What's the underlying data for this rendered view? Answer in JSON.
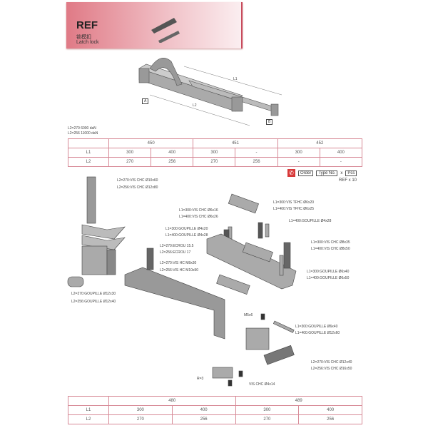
{
  "header": {
    "ref": "REF",
    "title_cn": "锁模扣",
    "title_en": "Latch lock"
  },
  "overview": {
    "l1": "L1",
    "l2": "L2",
    "a": "A",
    "b": "B"
  },
  "loads": [
    "L2=270   6000 daN",
    "L2=256  11000 daN"
  ],
  "table_top": {
    "groups": [
      "450",
      "451",
      "452"
    ],
    "rows": [
      {
        "label": "L1",
        "values": [
          "300",
          "400",
          "300",
          "-",
          "300",
          "400"
        ]
      },
      {
        "label": "L2",
        "values": [
          "270",
          "256",
          "270",
          "256",
          "-",
          "-"
        ]
      }
    ]
  },
  "order": {
    "order": "Order",
    "type": "Type No.",
    "x": "x",
    "pcs": "Pcs",
    "example": "REF  x  10"
  },
  "parts": [
    "L2=270:VIS CHC  Ø10x60",
    "L2=256:VIS CHC  Ø12x80",
    "L1=300:VIS CHC  Ø6x16",
    "L1=400:VIS CHC  Ø6x26",
    "L1=300:VIS TFHC  Ø6x20",
    "L1=400:VIS TFHC  Ø6x25",
    "L1=400:GOUPILLE  Ø4x28",
    "L1=300:GOUPILLE  Ø4x20",
    "L1=400:GOUPILLE  Ø4x28",
    "L1=300:VIS CHC  Ø8x35",
    "L1=400:VIS CHC  Ø8x50",
    "L2=270:ECROU 15.5",
    "L2=256:ECROU 17",
    "L2=270:VIS HC  M8x30",
    "L2=256:VIS HC  M10x50",
    "L1=300:GOUPILLE  Ø6x40",
    "L1=400:GOUPILLE  Ø6x50",
    "L2=270:GOUPILLE  Ø12x30",
    "L2=256:GOUPILLE  Ø12x40",
    "M5x6",
    "L1=300:GOUPILLE  Ø6x40",
    "L1=400:GOUPILLE  Ø12x60",
    "L2=270:VIS CHC  Ø12x40",
    "L2=256:VIS CHC  Ø16x50",
    "R=3",
    "VIS CHC  Ø4x14"
  ],
  "table_bottom": {
    "groups": [
      "480",
      "489"
    ],
    "rows": [
      {
        "label": "L1",
        "values": [
          "300",
          "400",
          "300",
          "400"
        ]
      },
      {
        "label": "L2",
        "values": [
          "270",
          "256",
          "270",
          "256"
        ]
      }
    ]
  }
}
